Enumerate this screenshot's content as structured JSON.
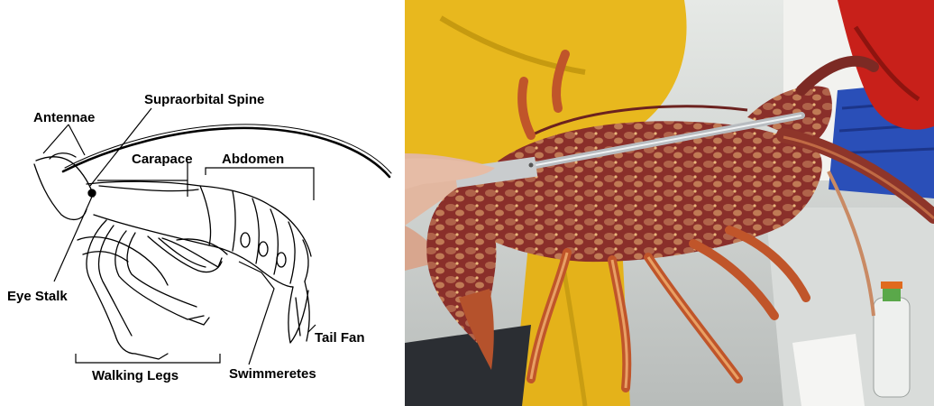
{
  "diagram": {
    "labels": {
      "antennae": "Antennae",
      "supraorbital_spine": "Supraorbital Spine",
      "carapace": "Carapace",
      "abdomen": "Abdomen",
      "eye_stalk": "Eye Stalk",
      "tail_fan": "Tail Fan",
      "walking_legs": "Walking Legs",
      "swimmeretes": "Swimmeretes"
    }
  },
  "photo": {
    "subject": "rock-lobster-being-measured-photo"
  },
  "colors": {
    "line": "#000000",
    "background": "#ffffff",
    "oilskin_yellow": "#e8b81e",
    "lobster_red": "#9a3a2c",
    "glove_red": "#c8201a",
    "crate_blue": "#2a4fb8"
  }
}
